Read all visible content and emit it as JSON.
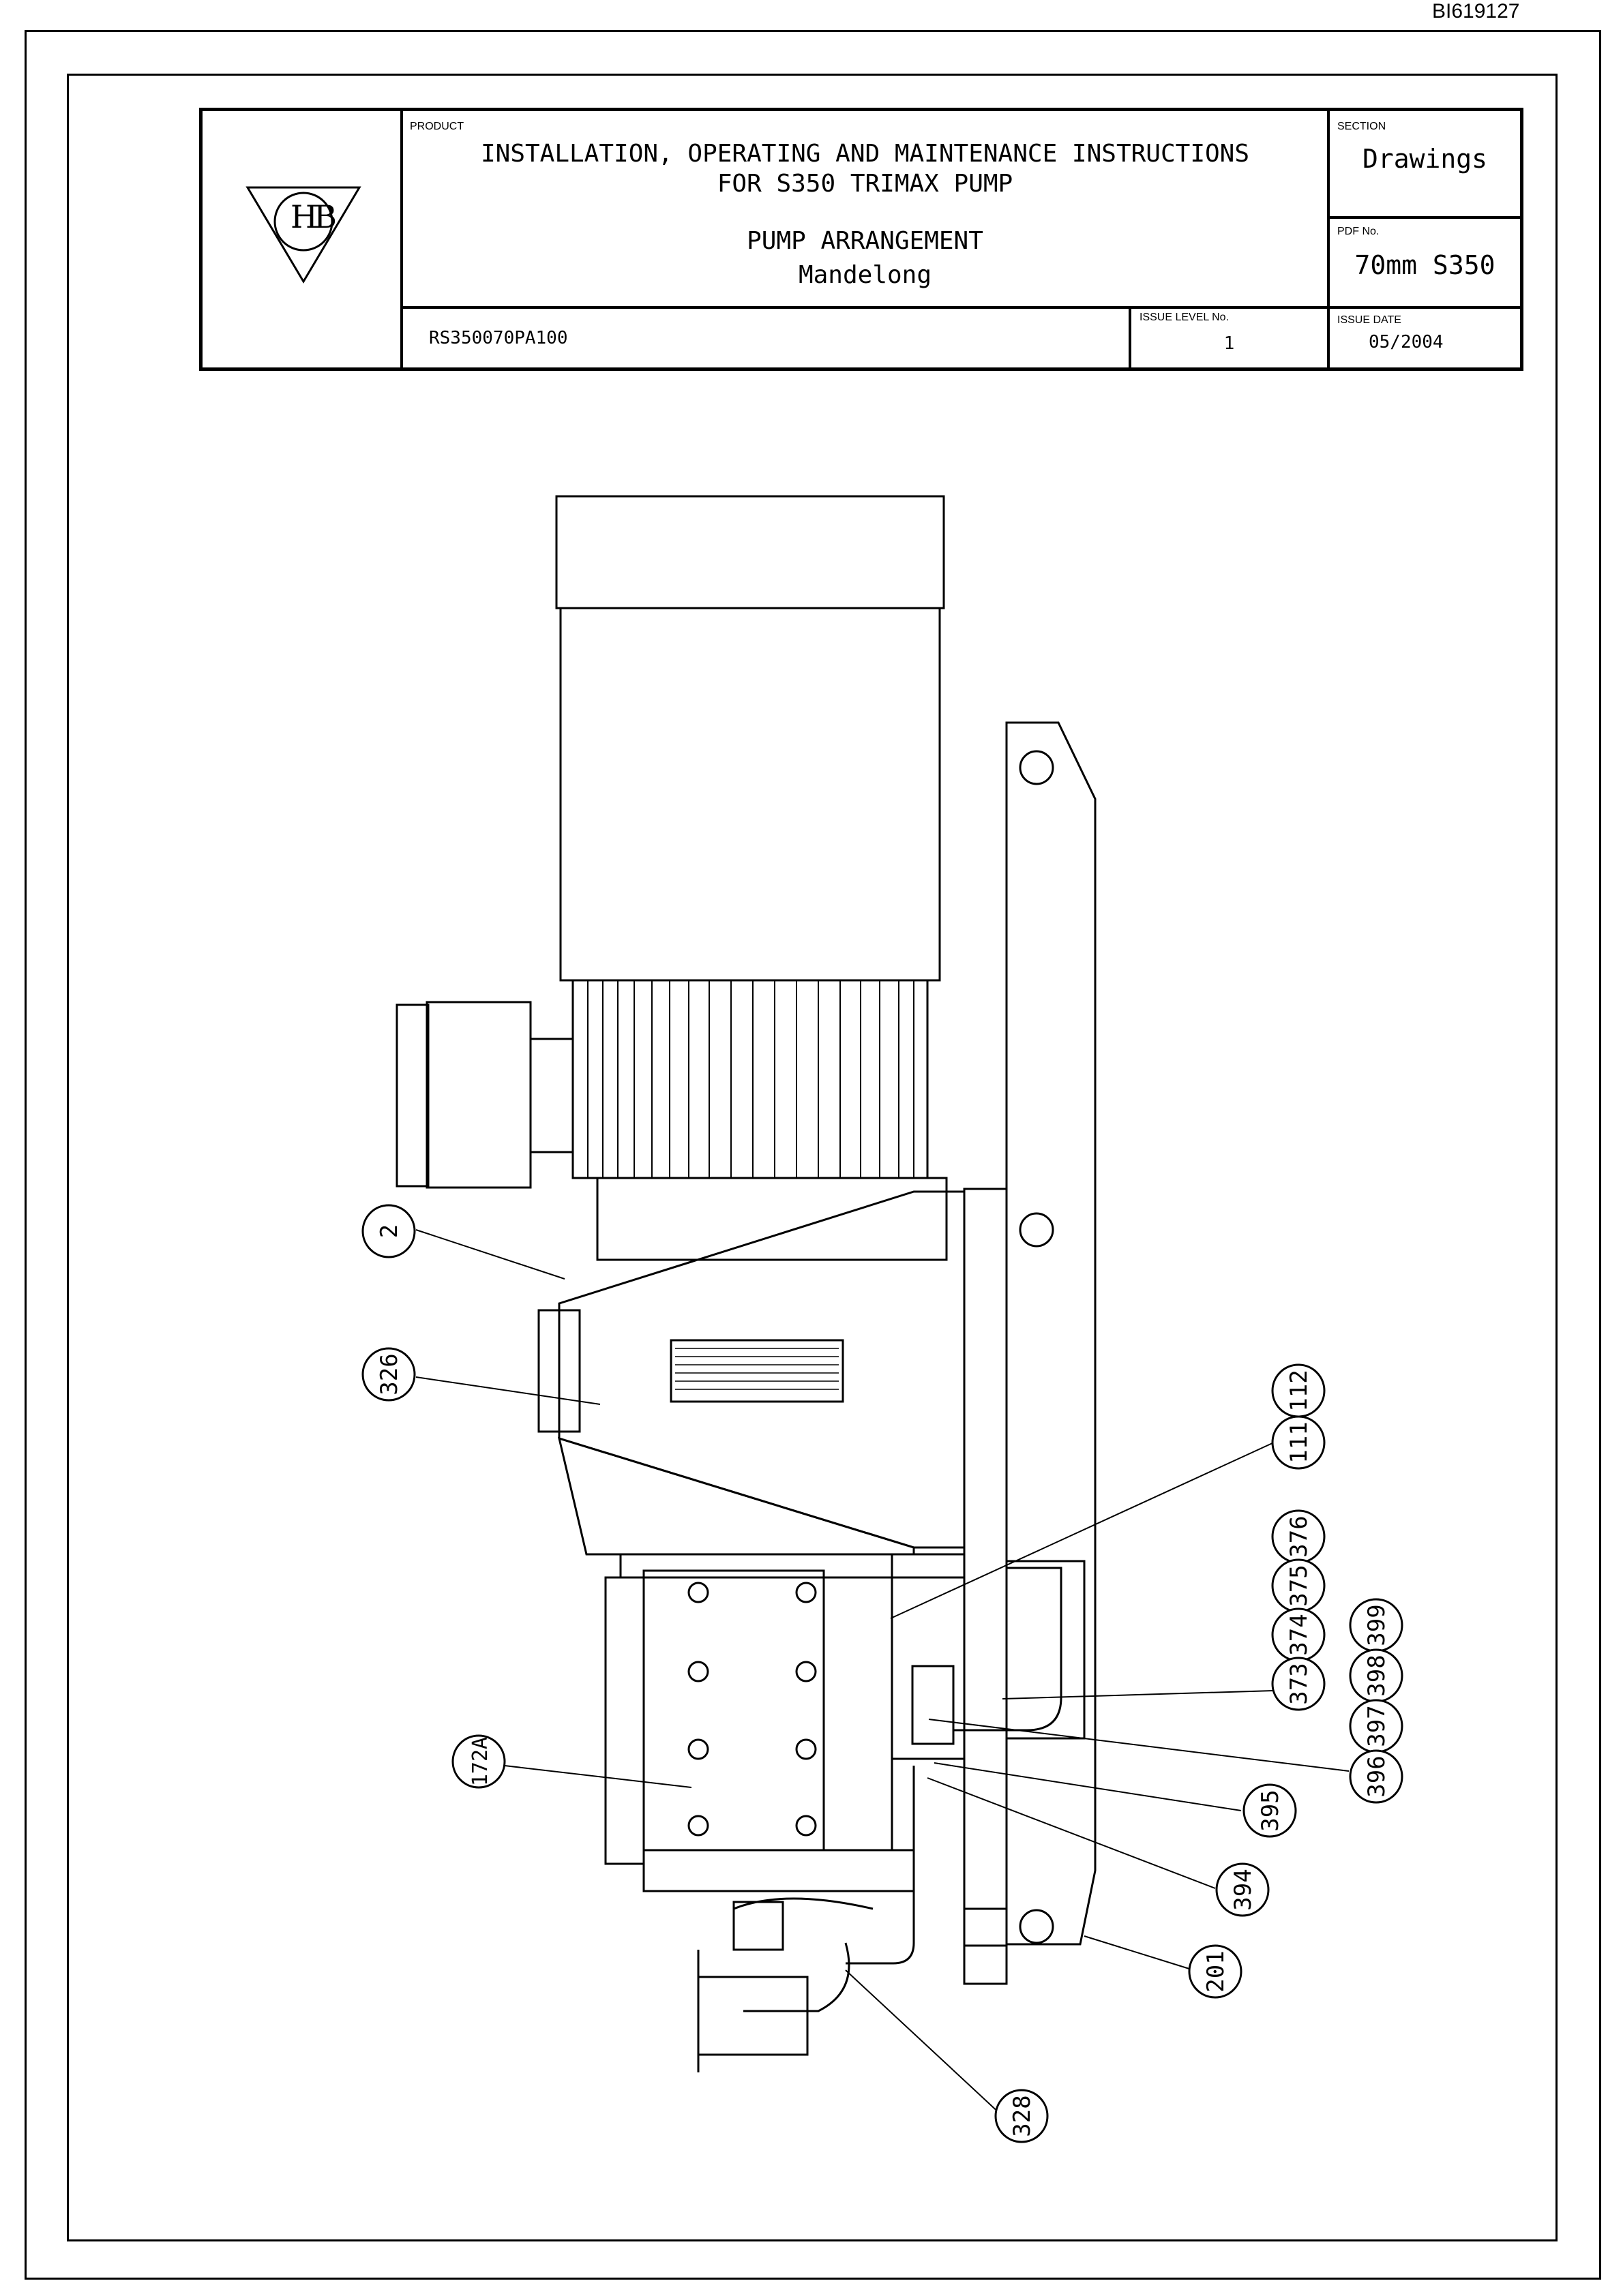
{
  "document_id": "BI619127",
  "title_block": {
    "product_label": "PRODUCT",
    "product_line1": "INSTALLATION, OPERATING AND MAINTENANCE INSTRUCTIONS",
    "product_line2": "FOR S350 TRIMAX PUMP",
    "drawing_title": "PUMP ARRANGEMENT",
    "drawing_subtitle": "Mandelong",
    "section_label": "SECTION",
    "section_value": "Drawings",
    "pdf_label": "PDF No.",
    "pdf_value": "70mm S350",
    "drawing_number": "RS350070PA100",
    "issue_level_label": "ISSUE LEVEL No.",
    "issue_level_value": "1",
    "issue_date_label": "ISSUE DATE",
    "issue_date_value": "05/2004",
    "logo_letters": "HB"
  },
  "callouts": {
    "c2": "2",
    "c326": "326",
    "c112": "112",
    "c111": "111",
    "c376": "376",
    "c375": "375",
    "c374": "374",
    "c373": "373",
    "c399": "399",
    "c398": "398",
    "c397": "397",
    "c396": "396",
    "c395": "395",
    "c394": "394",
    "c201": "201",
    "c172a": "172A",
    "c328": "328"
  }
}
